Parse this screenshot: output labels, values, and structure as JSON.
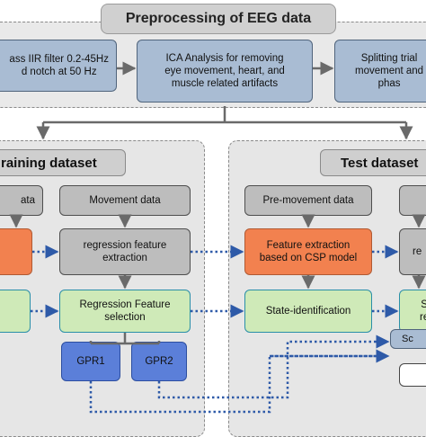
{
  "title": "Preprocessing  of EEG data",
  "preprocessing": {
    "filter": "ass IIR filter 0.2-45Hz\nd notch at 50 Hz",
    "ica": "ICA Analysis for removing\neye movement, heart, and\nmuscle related artifacts",
    "split": "Splitting trial\nmovement and\nphas"
  },
  "training": {
    "header": "raining dataset",
    "left_data": "ata",
    "movement_data": "Movement data",
    "regression_extraction": "regression feature\nextraction",
    "regression_selection": "Regression Feature\nselection",
    "gpr1": "GPR1",
    "gpr2": "GPR2"
  },
  "test": {
    "header": "Test dataset",
    "premovement": "Pre-movement data",
    "csp": "Feature extraction\nbased on CSP model",
    "state": "State-identification",
    "right_re": "re",
    "right_s": "S\nre",
    "right_sc": "Sc"
  }
}
